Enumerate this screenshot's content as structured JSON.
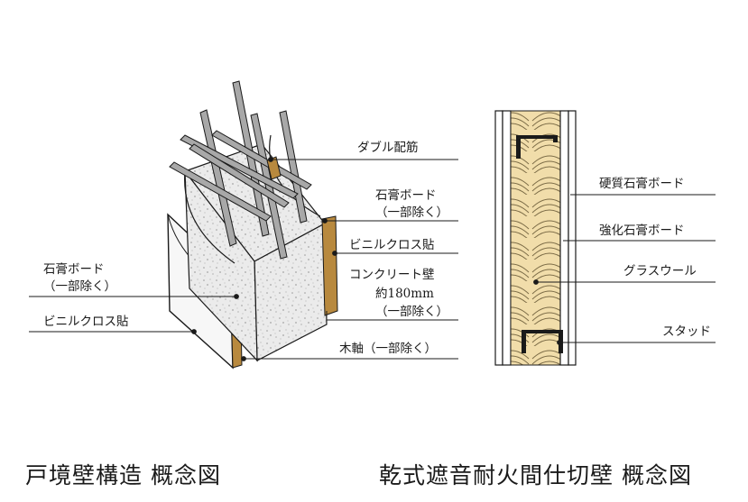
{
  "left_figure": {
    "title": "戸境壁構造 概念図",
    "labels": {
      "double_rebar": "ダブル配筋",
      "gypsum_board_right": [
        "石膏ボード",
        "（一部除く）"
      ],
      "vinyl_cloth_right": "ビニルクロス貼",
      "concrete_wall": [
        "コンクリート壁",
        "約180mm",
        "（一部除く）"
      ],
      "wood_frame": "木軸（一部除く）",
      "gypsum_board_left": [
        "石膏ボード",
        "（一部除く）"
      ],
      "vinyl_cloth_left": "ビニルクロス貼"
    }
  },
  "right_figure": {
    "title": "乾式遮音耐火間仕切壁 概念図",
    "labels": {
      "hard_gypsum_board": "硬質石膏ボード",
      "reinforced_gypsum_board": "強化石膏ボード",
      "glass_wool": "グラスウール",
      "stud": "スタッド"
    }
  },
  "colors": {
    "concrete": "#e9e9e9",
    "wood": "#b8893e",
    "rebar": "#9a9a9a",
    "glass_wool": "#f0dca8",
    "line": "#1a1a1a"
  }
}
